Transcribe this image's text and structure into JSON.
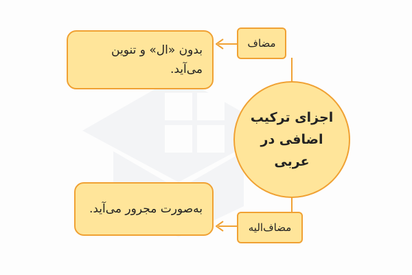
{
  "diagram": {
    "center": {
      "text": "اجزای ترکیب اضافی در عربی"
    },
    "top_label": {
      "text": "مضاف"
    },
    "top_description": {
      "text": "بدون «ال» و تنوین می‌آید."
    },
    "bottom_label": {
      "text": "مضاف‌الیه"
    },
    "bottom_description": {
      "text": "به‌صورت مجرور می‌آید."
    }
  },
  "colors": {
    "fill": "#ffe59a",
    "stroke": "#f0a133",
    "text": "#222222",
    "watermark": "#7f8cab"
  }
}
